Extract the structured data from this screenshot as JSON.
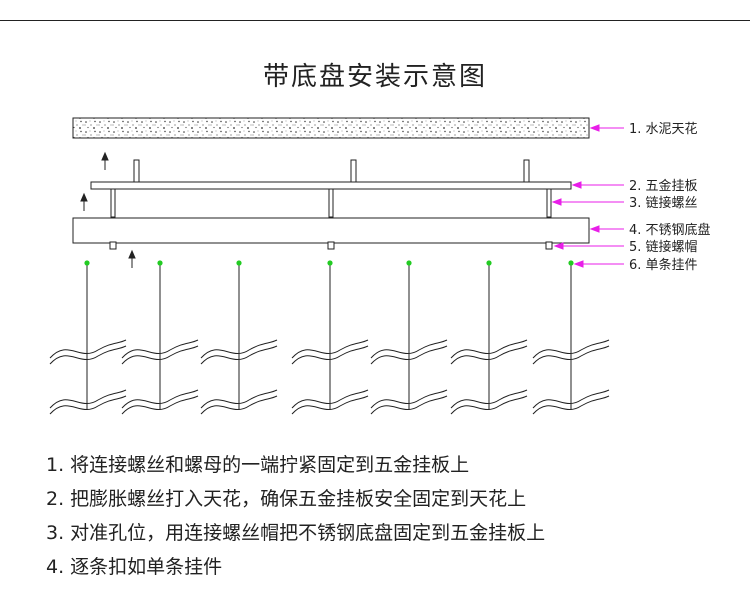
{
  "title": "带底盘安装示意图",
  "legend": [
    {
      "num": "1.",
      "text": "水泥天花"
    },
    {
      "num": "2.",
      "text": "五金挂板"
    },
    {
      "num": "3.",
      "text": "链接螺丝"
    },
    {
      "num": "4.",
      "text": "不锈钢底盘"
    },
    {
      "num": "5.",
      "text": "链接螺帽"
    },
    {
      "num": "6.",
      "text": "单条挂件"
    }
  ],
  "steps": [
    "1. 将连接螺丝和螺母的一端拧紧固定到五金挂板上",
    "2. 把膨胀螺丝打入天花，确保五金挂板安全固定到天花上",
    "3. 对准孔位，用连接螺丝帽把不锈钢底盘固定到五金挂板上",
    "4. 逐条扣如单条挂件"
  ],
  "colors": {
    "leader": "#e81ee8",
    "pendant_dot": "#22cc22",
    "line": "#222222"
  }
}
